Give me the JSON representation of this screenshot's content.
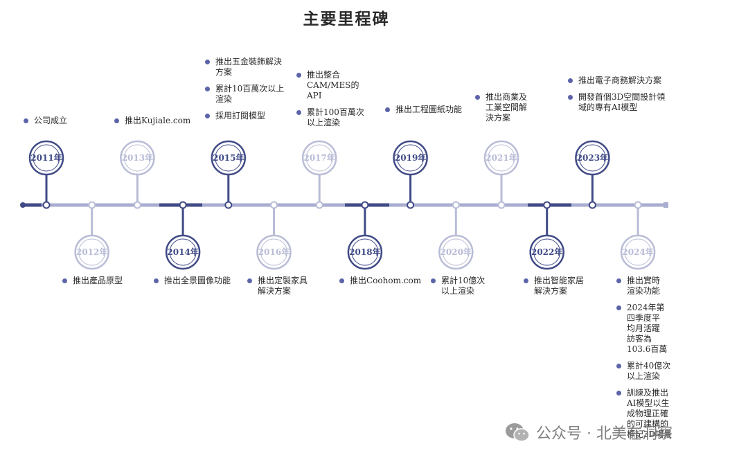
{
  "title": "主要里程碑",
  "colors": {
    "dark_node": "#3f4a86",
    "light_node": "#b8bcd6",
    "bullet": "#5c64a8",
    "axis_dark": "#3f4a86",
    "axis_light": "#a9aed0"
  },
  "milestones": [
    {
      "year": "2011年",
      "side": "top",
      "style": "dark",
      "events": [
        "公司成立"
      ]
    },
    {
      "year": "2012年",
      "side": "bottom",
      "style": "light",
      "events": [
        "推出產品原型"
      ]
    },
    {
      "year": "2013年",
      "side": "top",
      "style": "light",
      "events": [
        "推出Kujiale.com"
      ]
    },
    {
      "year": "2014年",
      "side": "bottom",
      "style": "dark",
      "events": [
        "推出全景圖像功能"
      ]
    },
    {
      "year": "2015年",
      "side": "top",
      "style": "dark",
      "events": [
        "推出五金裝飾解決\n方案",
        "累計10百萬次以上\n渲染",
        "採用訂閱模型"
      ]
    },
    {
      "year": "2016年",
      "side": "bottom",
      "style": "light",
      "events": [
        "推出定製家具\n解決方案"
      ]
    },
    {
      "year": "2017年",
      "side": "top",
      "style": "light",
      "events": [
        "推出整合\nCAM/MES的\nAPI",
        "累計100百萬次\n以上渲染"
      ]
    },
    {
      "year": "2018年",
      "side": "bottom",
      "style": "dark",
      "events": [
        "推出Coohom.com"
      ]
    },
    {
      "year": "2019年",
      "side": "top",
      "style": "dark",
      "events": [
        "推出工程圖紙功能"
      ]
    },
    {
      "year": "2020年",
      "side": "bottom",
      "style": "light",
      "events": [
        "累計10億次\n以上渲染"
      ]
    },
    {
      "year": "2021年",
      "side": "top",
      "style": "light",
      "events": [
        "推出商業及\n工業空間解\n決方案"
      ]
    },
    {
      "year": "2022年",
      "side": "bottom",
      "style": "dark",
      "events": [
        "推出智能家居\n解決方案"
      ]
    },
    {
      "year": "2023年",
      "side": "top",
      "style": "dark",
      "events": [
        "推出電子商務解決方案",
        "開發首個3D空間設計領\n域的專有AI模型"
      ]
    },
    {
      "year": "2024年",
      "side": "bottom",
      "style": "light",
      "events": [
        "推出實時\n渲染功能",
        "2024年第\n四季度平\n均月活躍\n訪客為\n103.6百萬",
        "累計40億次\n以上渲染",
        "訓練及推出\nAI模型以生\n成物理正確\n的可建構的\n標記3D場景"
      ]
    }
  ],
  "watermark": {
    "icon": "wechat-icon",
    "text": "公众号 · 北美在洞察"
  }
}
